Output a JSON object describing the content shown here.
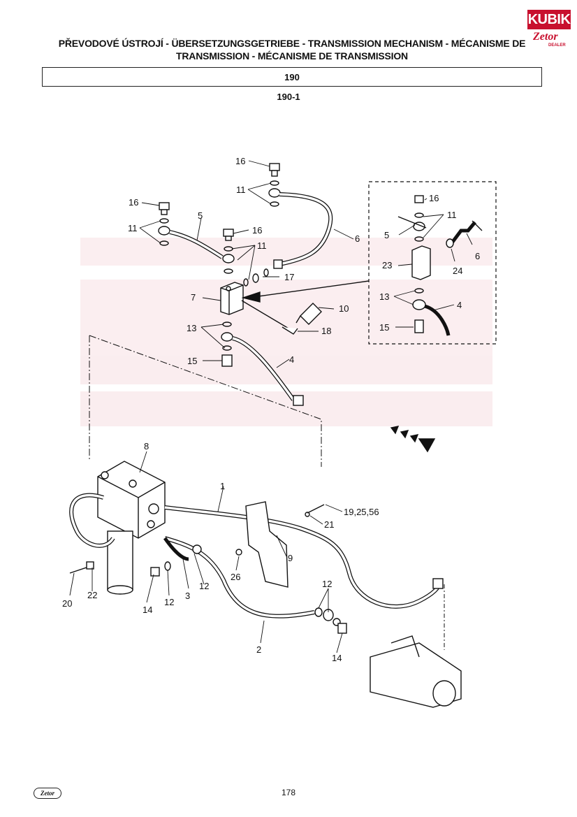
{
  "header": {
    "title": "PŘEVODOVÉ ÚSTROJÍ - ÜBERSETZUNGSGETRIEBE - TRANSMISSION MECHANISM - MÉCANISME DE TRANSMISSION - MÉCANISME DE TRANSMISSION",
    "section": "190",
    "subsection": "190-1"
  },
  "logo": {
    "brand": "KUBIK",
    "sub": "Zetor",
    "tag": "DEALER"
  },
  "callouts": [
    "16",
    "11",
    "16",
    "11",
    "5",
    "16",
    "11",
    "6",
    "17",
    "7",
    "10",
    "13",
    "18",
    "15",
    "4",
    "16",
    "11",
    "5",
    "6",
    "23",
    "24",
    "13",
    "4",
    "15",
    "8",
    "1",
    "19,25,56",
    "21",
    "9",
    "26",
    "3",
    "12",
    "12",
    "22",
    "20",
    "14",
    "12",
    "2",
    "14"
  ],
  "footer": {
    "page_number": "178",
    "logo": "Zetor"
  },
  "colors": {
    "brand_red": "#c8102e",
    "ink": "#111111"
  }
}
